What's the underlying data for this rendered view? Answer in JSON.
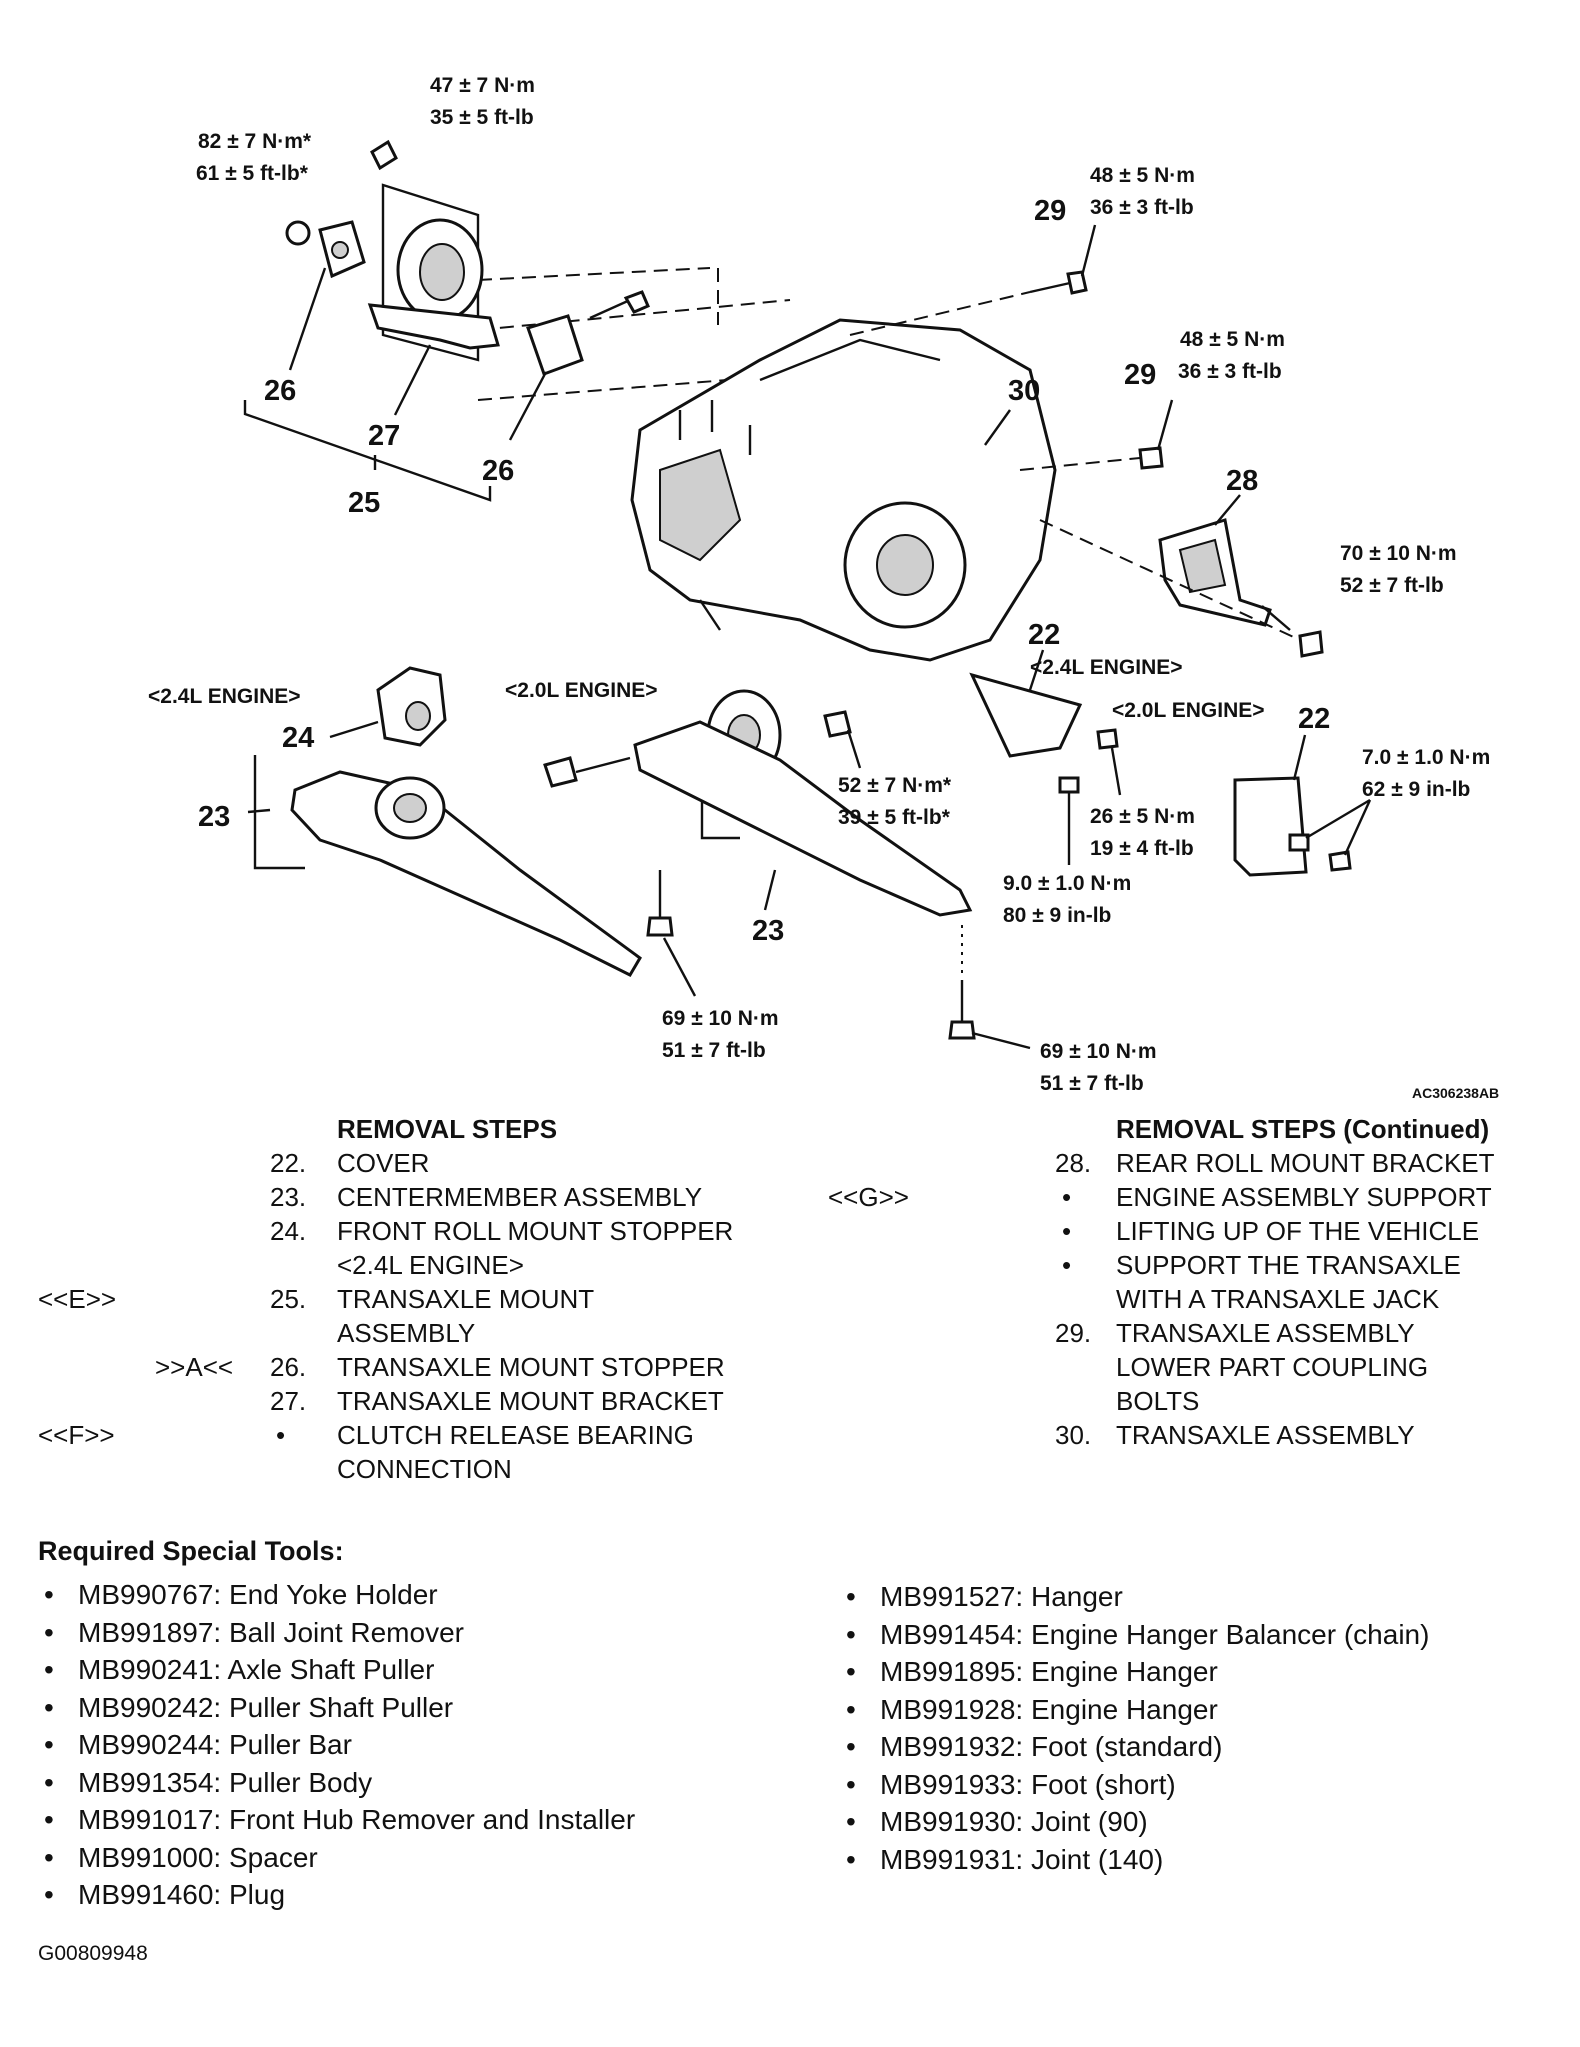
{
  "diagram": {
    "figure_code": "AC306238AB",
    "torque": {
      "t47": [
        "47 ± 7 N·m",
        "35 ± 5 ft-lb"
      ],
      "t82": [
        "82 ± 7 N·m*",
        "61 ± 5 ft-lb*"
      ],
      "t48a": [
        "48 ± 5 N·m",
        "36 ± 3 ft-lb"
      ],
      "t48b": [
        "48 ± 5 N·m",
        "36 ± 3 ft-lb"
      ],
      "t70": [
        "70 ± 10 N·m",
        "52 ± 7 ft-lb"
      ],
      "t52": [
        "52 ± 7 N·m*",
        "39 ± 5 ft-lb*"
      ],
      "t26": [
        "26 ± 5 N·m",
        "19 ± 4 ft-lb"
      ],
      "t9": [
        "9.0 ± 1.0 N·m",
        "80 ± 9 in-lb"
      ],
      "t7": [
        "7.0 ± 1.0 N·m",
        "62 ± 9 in-lb"
      ],
      "t69a": [
        "69 ± 10 N·m",
        "51 ± 7 ft-lb"
      ],
      "t69b": [
        "69 ± 10 N·m",
        "51 ± 7 ft-lb"
      ]
    },
    "engine_labels": {
      "e24_left": "<2.4L ENGINE>",
      "e20_mid": "<2.0L ENGINE>",
      "e24_right": "<2.4L ENGINE>",
      "e20_right": "<2.0L ENGINE>"
    },
    "callouts": {
      "c29a": "29",
      "c29b": "29",
      "c30": "30",
      "c28": "28",
      "c26a": "26",
      "c26b": "26",
      "c27": "27",
      "c25": "25",
      "c24": "24",
      "c23a": "23",
      "c23b": "23",
      "c22a": "22",
      "c22b": "22"
    }
  },
  "removal_steps": {
    "heading": "REMOVAL STEPS",
    "items": [
      {
        "marker": "",
        "number": "22.",
        "lines": [
          "COVER"
        ]
      },
      {
        "marker": "",
        "number": "23.",
        "lines": [
          "CENTERMEMBER ASSEMBLY"
        ]
      },
      {
        "marker": "",
        "number": "24.",
        "lines": [
          "FRONT ROLL MOUNT STOPPER",
          "<2.4L ENGINE>"
        ]
      },
      {
        "marker": "<<E>>",
        "number": "25.",
        "lines": [
          "TRANSAXLE MOUNT",
          "ASSEMBLY"
        ]
      },
      {
        "marker": ">>A<<",
        "number": "26.",
        "lines": [
          "TRANSAXLE MOUNT STOPPER"
        ]
      },
      {
        "marker": "",
        "number": "27.",
        "lines": [
          "TRANSAXLE MOUNT BRACKET"
        ]
      },
      {
        "marker": "<<F>>",
        "number": "•",
        "lines": [
          "CLUTCH RELEASE BEARING",
          "CONNECTION"
        ]
      }
    ]
  },
  "removal_steps_continued": {
    "heading": "REMOVAL STEPS (Continued)",
    "items": [
      {
        "marker": "",
        "number": "28.",
        "lines": [
          "REAR ROLL MOUNT BRACKET"
        ]
      },
      {
        "marker": "<<G>>",
        "number": "•",
        "lines": [
          "ENGINE ASSEMBLY SUPPORT"
        ]
      },
      {
        "marker": "",
        "number": "•",
        "lines": [
          "LIFTING UP OF THE VEHICLE"
        ]
      },
      {
        "marker": "",
        "number": "•",
        "lines": [
          "SUPPORT THE TRANSAXLE",
          "WITH A TRANSAXLE JACK"
        ]
      },
      {
        "marker": "",
        "number": "29.",
        "lines": [
          "TRANSAXLE ASSEMBLY",
          "LOWER PART COUPLING",
          "BOLTS"
        ]
      },
      {
        "marker": "",
        "number": "30.",
        "lines": [
          "TRANSAXLE ASSEMBLY"
        ]
      }
    ]
  },
  "special_tools": {
    "heading": "Required Special Tools:",
    "left": [
      "MB990767: End Yoke Holder",
      "MB991897: Ball Joint Remover",
      "MB990241: Axle Shaft Puller",
      "MB990242: Puller Shaft Puller",
      "MB990244: Puller Bar",
      "MB991354: Puller Body",
      "MB991017: Front Hub Remover and Installer",
      "MB991000: Spacer",
      "MB991460: Plug"
    ],
    "right": [
      "MB991527: Hanger",
      "MB991454: Engine Hanger Balancer (chain)",
      "MB991895: Engine Hanger",
      "MB991928: Engine Hanger",
      "MB991932: Foot (standard)",
      "MB991933: Foot (short)",
      "MB991930: Joint (90)",
      "MB991931: Joint (140)"
    ]
  },
  "footer_id": "G00809948"
}
